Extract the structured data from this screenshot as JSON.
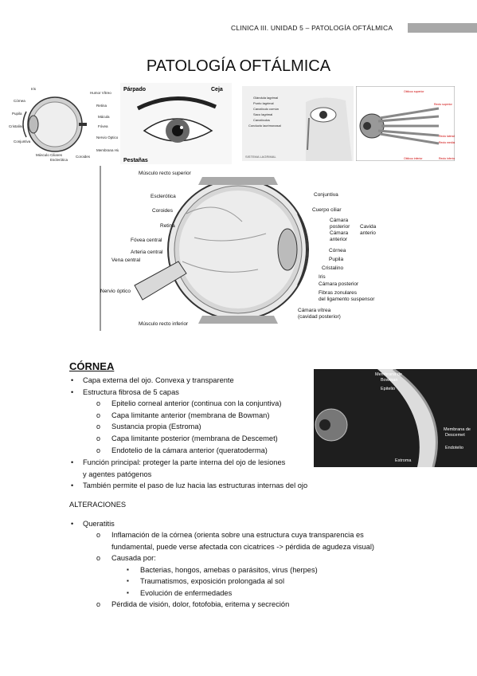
{
  "header": {
    "text": "CLINICA III. UNIDAD 5 – PATOLOGÍA OFTÁLMICA"
  },
  "title": "PATOLOGÍA OFTÁLMICA",
  "fig1_labels": [
    "Iris",
    "Córnea",
    "Pupila",
    "Cristalino",
    "Conjuntiva",
    "Músculo Ciliares",
    "Esclerótica",
    "Coroides",
    "Humor Vítreo",
    "Retina",
    "Mácula",
    "Fóvea",
    "Nervio Óptico",
    "Membrana Hialoides"
  ],
  "fig2_labels": {
    "parpado": "Párpado",
    "ceja": "Ceja",
    "pestanas": "Pestañas"
  },
  "fig3_labels": [
    "Glándula lagrimal",
    "Punto lagrimal",
    "Canalículo común",
    "Saco lagrimal",
    "Canalículos",
    "Conducto lacrimonasal"
  ],
  "fig3_caption": "SISTEMA LAGRIMAL",
  "fig4_labels": [
    "Oblicuo superior",
    "Recto superior",
    "Recto lateral",
    "Recto medial",
    "Oblicuo inferior",
    "Recto inferior"
  ],
  "main_labels": {
    "musc_sup": "Músculo recto superior",
    "esclerotica": "Esclerótica",
    "coroides": "Coroides",
    "retina": "Retina",
    "fovea": "Fóvea central",
    "arteria": "Arteria central",
    "vena": "Vena central",
    "nervio": "Nervio óptico",
    "musc_inf": "Músculo recto inferior",
    "conjuntiva": "Conjuntiva",
    "cuerpo_ciliar": "Cuerpo ciliar",
    "cam_post_1": "Cámara",
    "cam_post_2": "posterior",
    "cam_ant_1": "Cámara",
    "cam_ant_2": "anterior",
    "cavidad_1": "Cavida",
    "cavidad_2": "anterio",
    "cornea": "Córnea",
    "pupila": "Pupila",
    "cristalino": "Cristalino",
    "iris": "Iris",
    "cam_posterior": "Cámara posterior",
    "fibras_1": "Fibras zonulares",
    "fibras_2": "del ligamento suspensor",
    "vitrea_1": "Cámara vítrea",
    "vitrea_2": "(cavidad posterior)"
  },
  "cornea_fig_labels": {
    "bowman_1": "Membrana de",
    "bowman_2": "Bowman",
    "epitelio": "Epitelio",
    "descemet_1": "Membrana de",
    "descemet_2": "Descemet",
    "endotelio": "Endotelio",
    "estroma": "Estroma"
  },
  "section_title": "CÓRNEA",
  "lines": {
    "l1": "Capa externa del ojo. Convexa y transparente",
    "l2": "Estructura fibrosa de 5 capas",
    "l2a": "Epitelio corneal anterior (continua con la conjuntiva)",
    "l2b": "Capa limitante anterior (membrana de Bowman)",
    "l2c": "Sustancia propia (Estroma)",
    "l2d": "Capa limitante posterior (membrana de Descemet)",
    "l2e": "Endotelio de la cámara anterior (queratoderma)",
    "l3a": "Función principal: proteger la parte interna del ojo de lesiones",
    "l3b": "y agentes patógenos",
    "l4": "También permite el paso de luz hacia las estructuras internas del ojo",
    "alteraciones": "ALTERACIONES",
    "queratitis": "Queratitis",
    "q1a": "Inflamación de la córnea (orienta sobre una estructura cuya transparencia es",
    "q1b": "fundamental, puede verse afectada con cicatrices -> pérdida de agudeza visual)",
    "q2": "Causada por:",
    "q2a": "Bacterias, hongos, amebas o parásitos, virus (herpes)",
    "q2b": "Traumatismos, exposición prolongada al sol",
    "q2c": "Evolución de enfermedades",
    "q3": "Pérdida de visión, dolor, fotofobia, eritema y secreción"
  },
  "markers": {
    "bullet": "•",
    "circle": "o",
    "square": "▪"
  }
}
